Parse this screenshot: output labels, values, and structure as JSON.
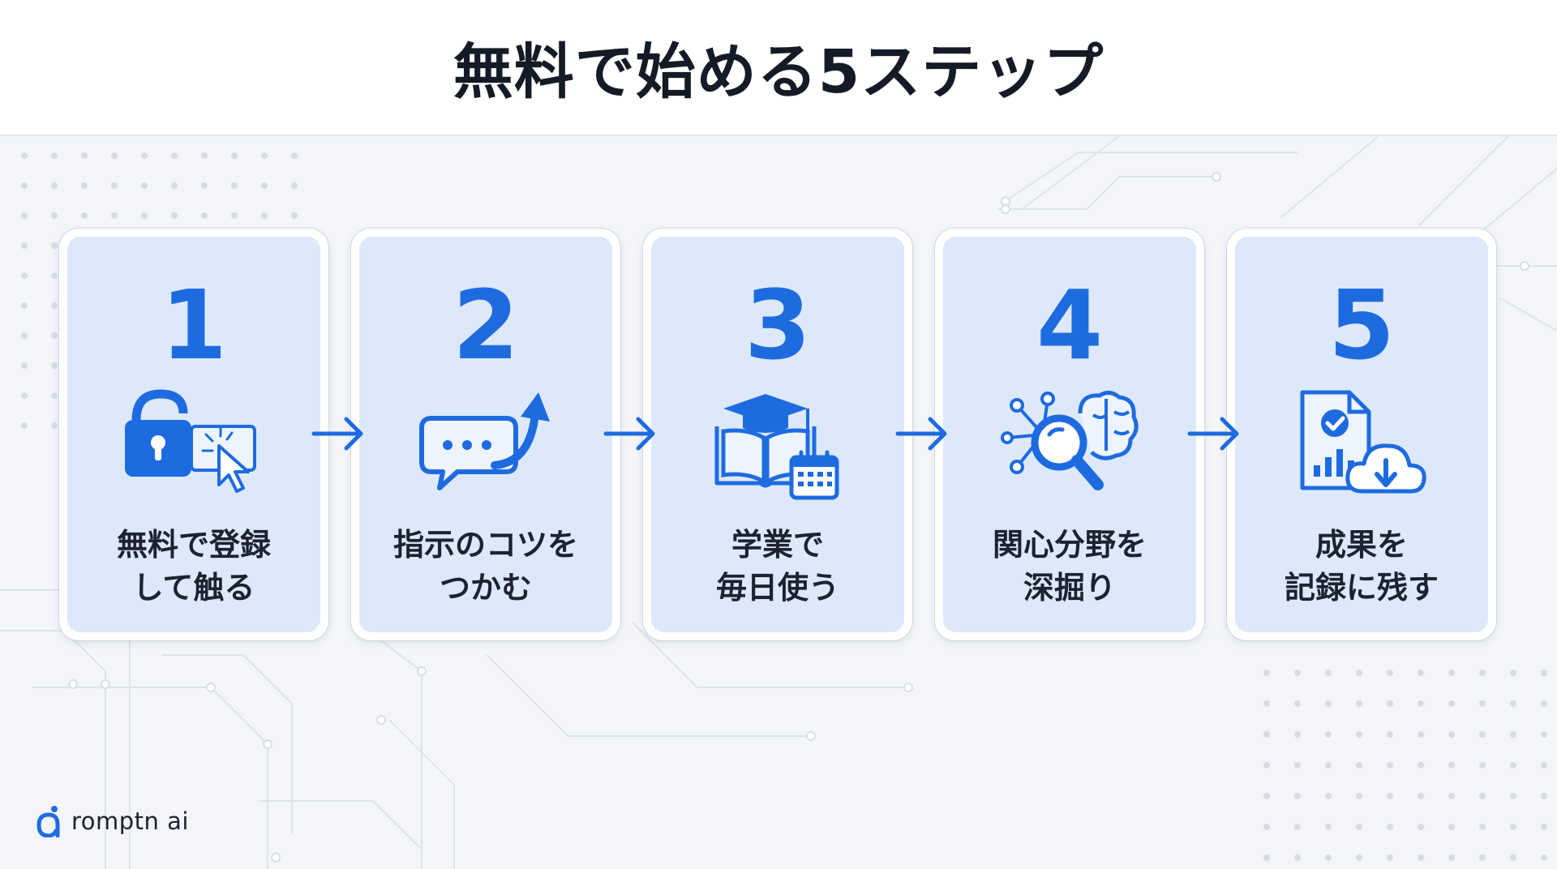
{
  "title": "無料で始める5ステップ",
  "accent_color": "#1e6be0",
  "steps": [
    {
      "number": "1",
      "label": "無料で登録\nして触る",
      "icon": "padlock-cursor-icon"
    },
    {
      "number": "2",
      "label": "指示のコツを\nつかむ",
      "icon": "chat-bubble-arrow-icon"
    },
    {
      "number": "3",
      "label": "学業で\n毎日使う",
      "icon": "graduation-book-calendar-icon"
    },
    {
      "number": "4",
      "label": "関心分野を\n深掘り",
      "icon": "brain-magnifier-icon"
    },
    {
      "number": "5",
      "label": "成果を\n記録に残す",
      "icon": "report-cloud-download-icon"
    }
  ],
  "brand": {
    "name": "romptn ai",
    "icon": "romptn-logo-icon"
  }
}
